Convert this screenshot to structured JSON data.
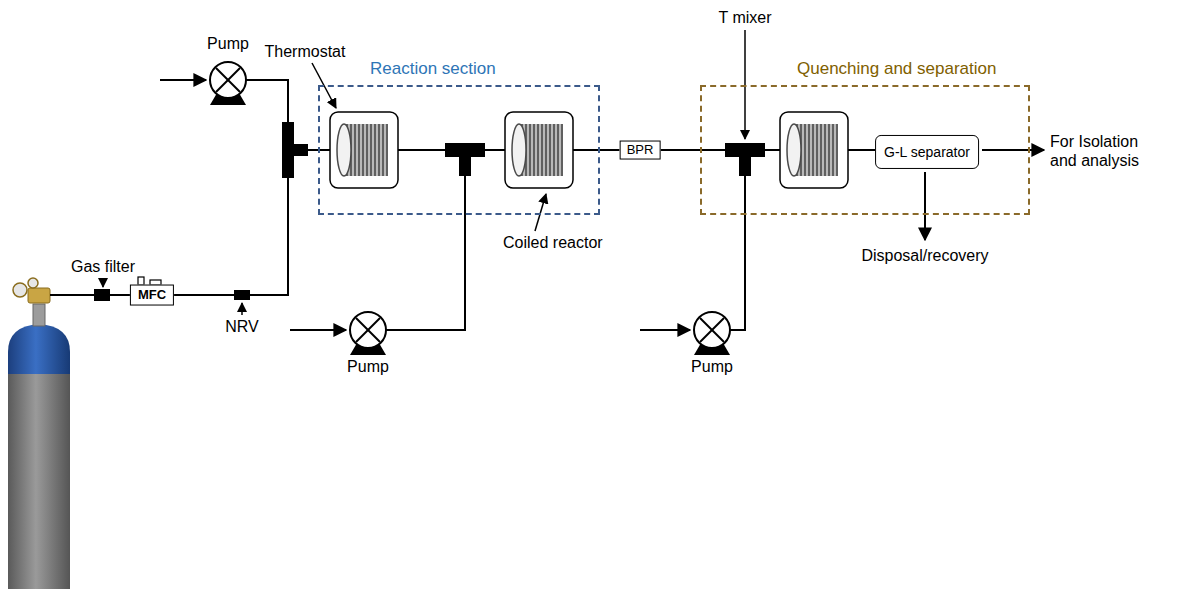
{
  "diagram": {
    "nodes": [
      {
        "text": [
          "MFC"
        ]
      },
      {
        "text": [
          "Reaction section"
        ]
      },
      {
        "text": [
          "BPR"
        ]
      },
      {
        "text": [
          "Quenching and separation"
        ]
      },
      {
        "text": [
          "G-L separator"
        ],
        "in": 3
      }
    ],
    "edges": [
      {
        "from": 0,
        "to": 1,
        "arrow": "none"
      },
      {
        "from": 1,
        "to": 2,
        "arrow": "none"
      },
      {
        "from": 2,
        "to": 4,
        "arrow": "none"
      }
    ],
    "labels": [
      "Pump",
      "Thermostat",
      "T mixer",
      "Gas filter",
      "NRV",
      "Pump",
      "Coiled reactor",
      "Pump",
      "For Isolation and analysis",
      "Disposal/recovery"
    ]
  }
}
